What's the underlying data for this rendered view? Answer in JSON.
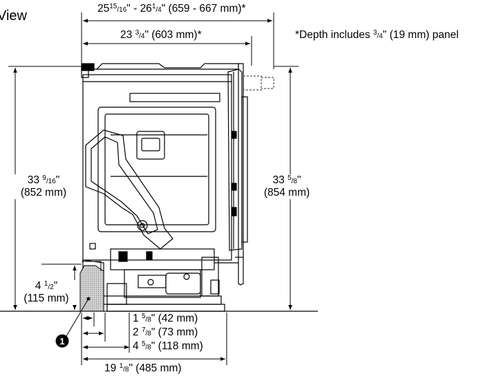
{
  "view_title": "View",
  "dim_overall_depth": {
    "a_whole": "25",
    "a_num": "15",
    "a_den": "16",
    "sep": "\" - ",
    "b_whole": "26",
    "b_num": "1",
    "b_den": "4",
    "mm": "\" (659 - 667 mm)*"
  },
  "dim_cabinet_depth": {
    "whole": "23 ",
    "num": "3",
    "den": "4",
    "mm": "\" (603 mm)*"
  },
  "depth_note": {
    "prefix": "*Depth includes ",
    "num": "3",
    "den": "4",
    "mm": "\" (19 mm) panel"
  },
  "dim_left_height": {
    "whole": "33 ",
    "num": "9",
    "den": "16",
    "unit": "\"",
    "mm": "(852 mm)"
  },
  "dim_right_height": {
    "whole": "33 ",
    "num": "5",
    "den": "8",
    "unit": "\"",
    "mm": "(854 mm)"
  },
  "dim_base_height": {
    "whole": "4 ",
    "num": "1",
    "den": "2",
    "unit": "\"",
    "mm": "(115 mm)"
  },
  "dim_bottom": [
    {
      "whole": "1 ",
      "num": "5",
      "den": "8",
      "mm": "\" (42 mm)"
    },
    {
      "whole": "2 ",
      "num": "7",
      "den": "8",
      "mm": "\" (73 mm)"
    },
    {
      "whole": "4 ",
      "num": "5",
      "den": "8",
      "mm": "\" (118 mm)"
    },
    {
      "whole": "19 ",
      "num": "1",
      "den": "8",
      "mm": "\" (485 mm)"
    }
  ],
  "callout": {
    "number": "1"
  },
  "colors": {
    "line": "#000000",
    "hatch_fill": "#c8c8c8",
    "dashed": "#555555"
  }
}
